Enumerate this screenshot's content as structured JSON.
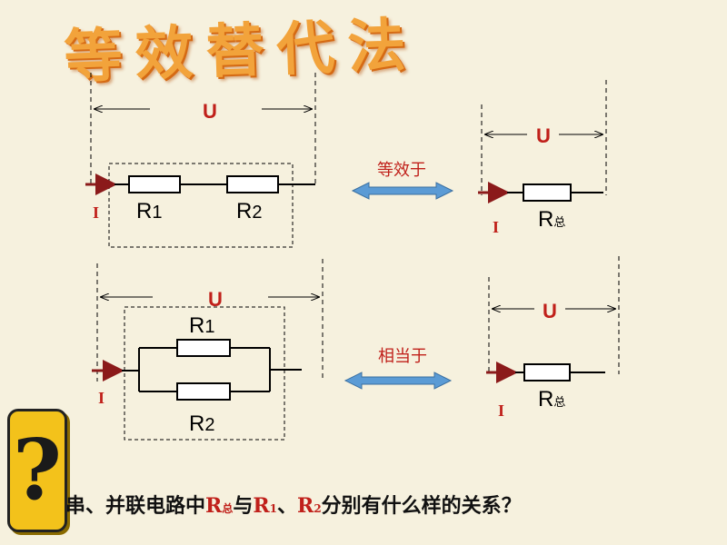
{
  "title": "等效替代法",
  "labels": {
    "voltage": "U",
    "current": "I",
    "r1": "R",
    "r1_sub": "1",
    "r2": "R",
    "r2_sub": "2",
    "rtotal": "R",
    "rtotal_sub": "总",
    "equiv_series": "等效于",
    "equiv_parallel": "相当于"
  },
  "question": {
    "part1": "串、并联电路中",
    "r_total": "R",
    "r_total_sub": "总",
    "part2": "与",
    "r1": "R",
    "r1_sub": "1",
    "part3": "、",
    "r2": "R",
    "r2_sub": "2",
    "part4": "分别有什么样的关系",
    "tail": "？"
  },
  "badge": {
    "symbol": "?"
  },
  "colors": {
    "background": "#f6f1de",
    "title": "#f2a33b",
    "label_red": "#c0201a",
    "arrow_blue": "#5b9bd5",
    "current_arrow": "#8b1a1a"
  }
}
